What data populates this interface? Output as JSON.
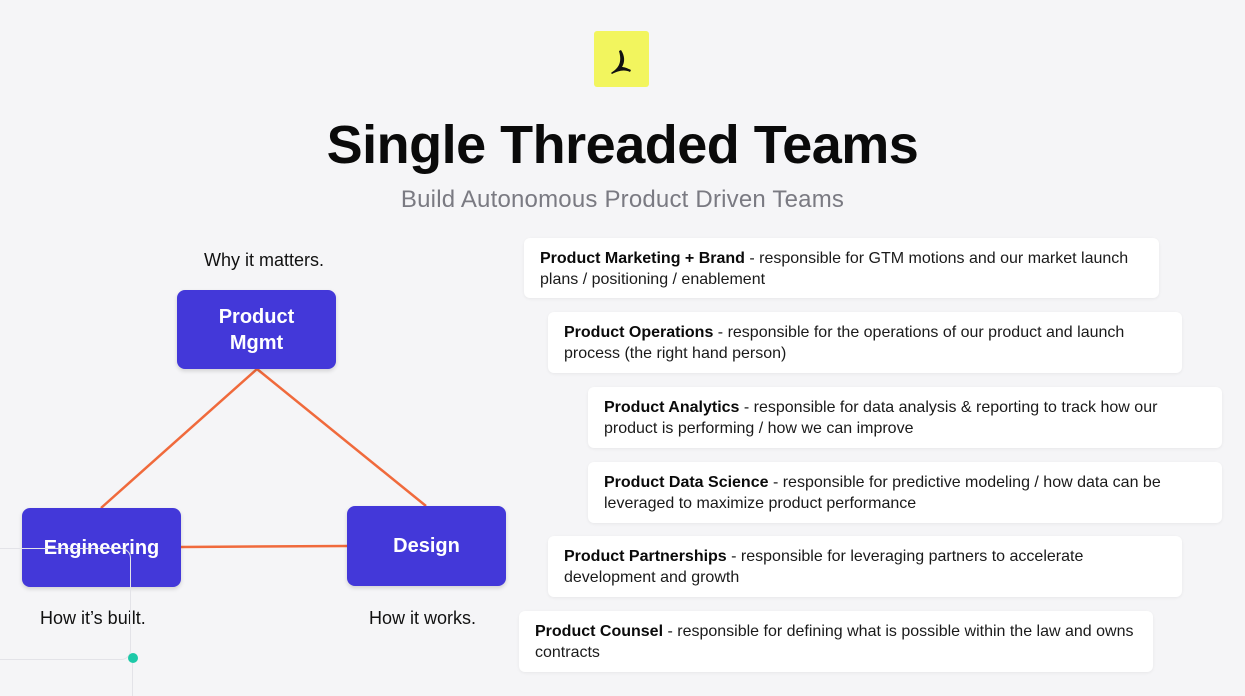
{
  "logo": {
    "icon": "bird-icon",
    "color": "#f2f55e"
  },
  "title": "Single Threaded Teams",
  "subtitle": "Build Autonomous Product Driven Teams",
  "diagram": {
    "edge_color": "#f06a3c",
    "node_color": "#4338d9",
    "nodes": {
      "product": {
        "label_line1": "Product",
        "label_line2": "Mgmt",
        "caption": "Why it matters."
      },
      "engineering": {
        "label": "Engineering",
        "caption": "How it’s built."
      },
      "design": {
        "label": "Design",
        "caption": "How it works."
      }
    }
  },
  "roles": [
    {
      "name": "Product Marketing + Brand",
      "desc": " - responsible for GTM motions and our market launch plans / positioning / enablement"
    },
    {
      "name": "Product Operations",
      "desc": " - responsible for the operations of our product and launch process (the right hand person)"
    },
    {
      "name": "Product Analytics",
      "desc": " - responsible for data analysis & reporting to track how our product is performing / how we can improve"
    },
    {
      "name": "Product Data Science",
      "desc": " - responsible for predictive modeling / how data can be leveraged to maximize product performance"
    },
    {
      "name": "Product Partnerships",
      "desc": " - responsible for leveraging partners to accelerate development and growth"
    },
    {
      "name": "Product Counsel",
      "desc": " - responsible for defining what is possible within the law and owns contracts"
    }
  ]
}
